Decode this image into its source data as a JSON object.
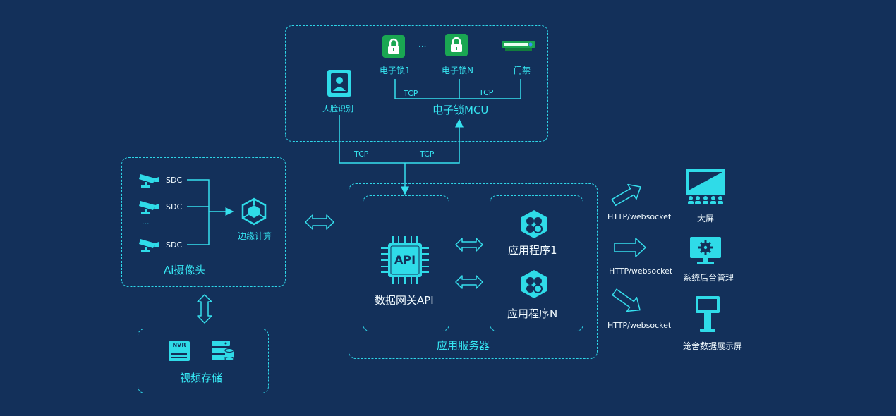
{
  "top_group": {
    "face_recognition": "人脸识别",
    "lock1": "电子锁1",
    "ellipsis": "···",
    "lockN": "电子锁N",
    "door_access": "门禁",
    "tcp_left": "TCP",
    "tcp_right": "TCP",
    "mcu_label": "电子锁MCU"
  },
  "links": {
    "tcp_down": "TCP",
    "tcp_up": "TCP"
  },
  "camera_group": {
    "sdc1": "SDC",
    "sdc2": "SDC",
    "ellipsis": "...",
    "sdc3": "SDC",
    "edge_compute": "边缘计算",
    "title": "Ai摄像头"
  },
  "storage_group": {
    "nvr_badge": "NVR",
    "title": "视频存储"
  },
  "server_group": {
    "gateway_chip": "API",
    "gateway_label": "数据网关API",
    "app1": "应用程序1",
    "appN": "应用程序N",
    "title": "应用服务器"
  },
  "outputs": {
    "protocol1": "HTTP/websocket",
    "protocol2": "HTTP/websocket",
    "protocol3": "HTTP/websocket",
    "big_screen": "大屏",
    "admin": "系统后台管理",
    "cage_display": "笼舍数据展示屏"
  },
  "colors": {
    "background": "#13305a",
    "accent": "#36e0ee",
    "icon_green": "#1aa752"
  }
}
